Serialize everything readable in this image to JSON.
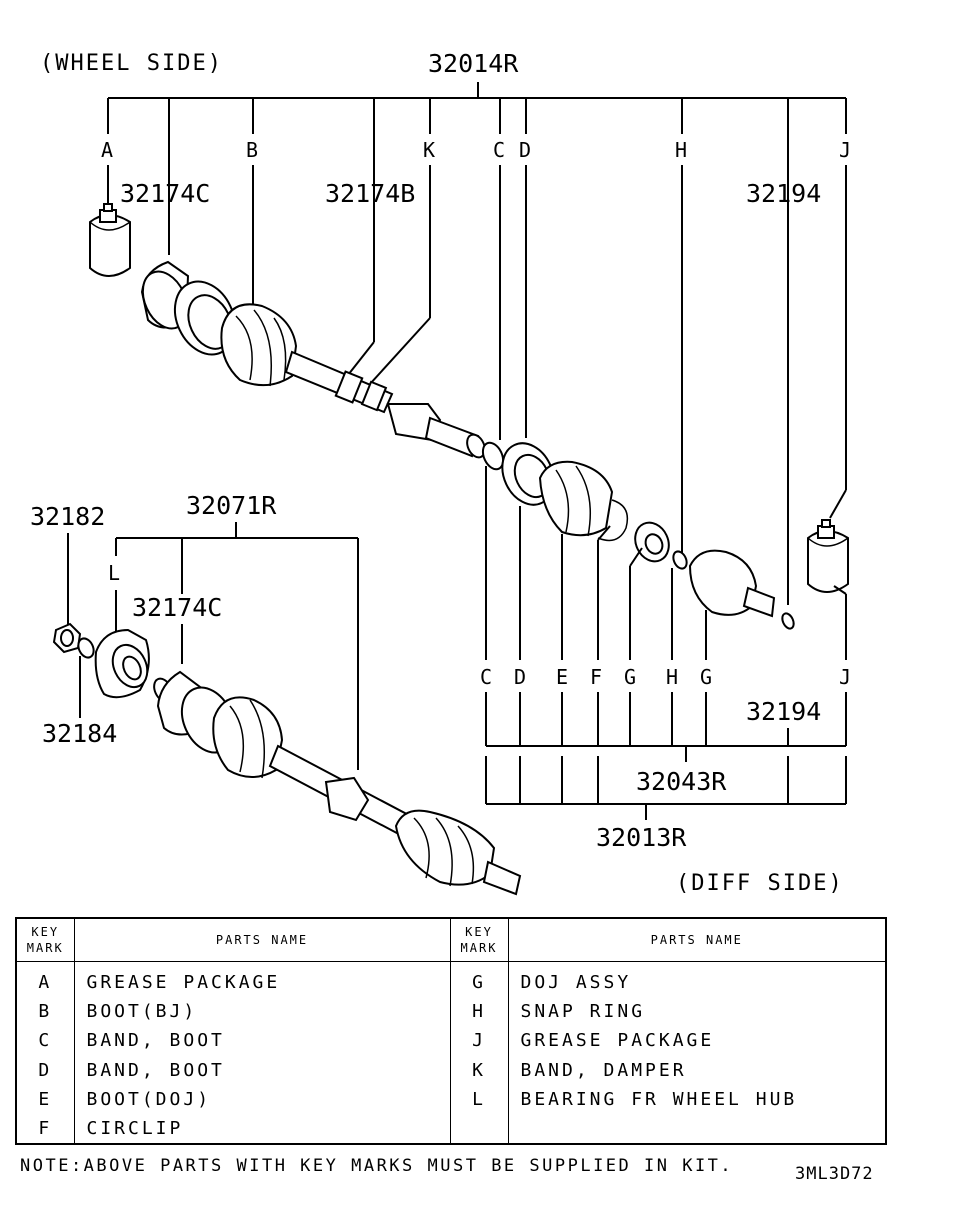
{
  "diagram": {
    "wheel_side": "(WHEEL SIDE)",
    "diff_side": "(DIFF SIDE)",
    "drawing_code": "3ML3D72",
    "part_numbers": {
      "p32014R": "32014R",
      "p32174C_top": "32174C",
      "p32174B": "32174B",
      "p32194_top": "32194",
      "p32182": "32182",
      "p32071R": "32071R",
      "p32174C_lower": "32174C",
      "p32184": "32184",
      "p32194_lower": "32194",
      "p32043R": "32043R",
      "p32013R": "32013R"
    },
    "key_marks": {
      "top": {
        "A": "A",
        "B": "B",
        "K": "K",
        "C": "C",
        "D": "D",
        "H": "H",
        "J": "J"
      },
      "bottom": {
        "C": "C",
        "D": "D",
        "E": "E",
        "F": "F",
        "G1": "G",
        "H": "H",
        "G2": "G",
        "J": "J"
      },
      "L": "L"
    }
  },
  "parts_table": {
    "header_key_mark": [
      "KEY",
      "MARK"
    ],
    "header_parts_name": "PARTS NAME",
    "rows": [
      {
        "left_mark": "A",
        "left_name": "GREASE PACKAGE",
        "right_mark": "G",
        "right_name": "DOJ ASSY"
      },
      {
        "left_mark": "B",
        "left_name": "BOOT(BJ)",
        "right_mark": "H",
        "right_name": "SNAP RING"
      },
      {
        "left_mark": "C",
        "left_name": "BAND, BOOT",
        "right_mark": "J",
        "right_name": "GREASE PACKAGE"
      },
      {
        "left_mark": "D",
        "left_name": "BAND, BOOT",
        "right_mark": "K",
        "right_name": "BAND, DAMPER"
      },
      {
        "left_mark": "E",
        "left_name": "BOOT(DOJ)",
        "right_mark": "L",
        "right_name": "BEARING FR WHEEL HUB"
      },
      {
        "left_mark": "F",
        "left_name": "CIRCLIP",
        "right_mark": "",
        "right_name": ""
      }
    ]
  },
  "note": "NOTE:ABOVE PARTS WITH KEY MARKS MUST BE SUPPLIED IN KIT."
}
